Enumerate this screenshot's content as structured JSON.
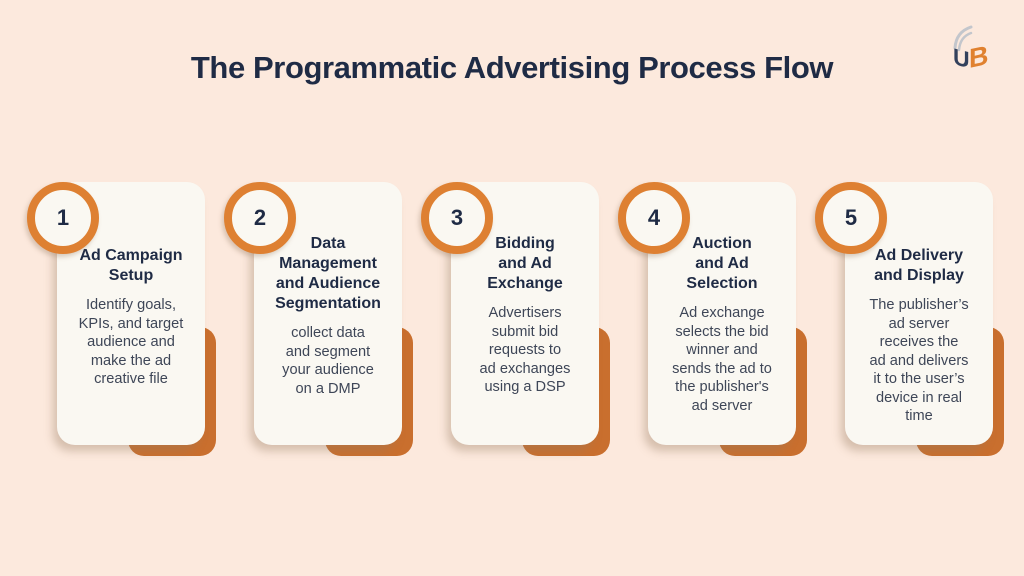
{
  "page": {
    "title": "The Programmatic Advertising Process Flow"
  },
  "logo": {
    "letters": [
      "U",
      "B"
    ]
  },
  "colors": {
    "background": "#fce9dd",
    "card": "#faf8f2",
    "ring_orange": "#de8032",
    "shadow_orange": "#c96f2e",
    "navy": "#1f2b45",
    "body_text": "#3e4657",
    "logo_gray": "#c3c6cc",
    "logo_navy": "#33415c",
    "logo_orange": "#e0812f"
  },
  "steps": [
    {
      "number": "1",
      "heading": "Ad Campaign\nSetup",
      "body": "Identify goals,\nKPIs, and target\naudience and\nmake the ad\ncreative file"
    },
    {
      "number": "2",
      "heading": "Data\nManagement\nand Audience\nSegmentation",
      "body": "collect data\nand segment\nyour audience\non a DMP"
    },
    {
      "number": "3",
      "heading": "Bidding\nand Ad\nExchange",
      "body": "Advertisers\nsubmit bid\nrequests to\nad exchanges\nusing a DSP"
    },
    {
      "number": "4",
      "heading": "Auction\nand Ad\nSelection",
      "body": "Ad exchange\nselects the bid\nwinner and\nsends the ad to\nthe publisher's\nad server"
    },
    {
      "number": "5",
      "heading": "Ad Delivery\nand Display",
      "body": "The publisher’s\nad server\nreceives the\nad and delivers\nit to the user’s\ndevice in real\ntime"
    }
  ]
}
